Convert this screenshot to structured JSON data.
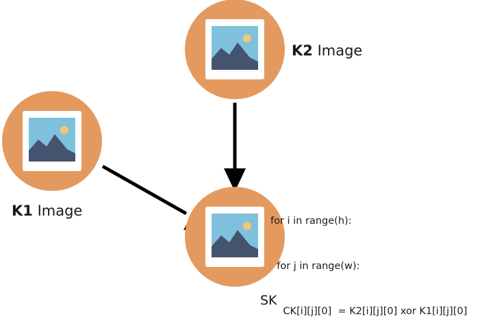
{
  "nodes": {
    "k2": {
      "key": "K2",
      "text": "Image",
      "icon": "image-icon"
    },
    "k1": {
      "key": "K1",
      "text": "Image",
      "icon": "image-icon"
    },
    "sk": {
      "label": "SK",
      "icon": "image-icon"
    }
  },
  "code_lines": [
    "for i in range(h):",
    "  for j in range(w):",
    "    CK[i][j][0]  = K2[i][j][0] xor K1[i][j][0]"
  ],
  "edges": [
    {
      "from": "K2",
      "to": "SK"
    },
    {
      "from": "K1",
      "to": "SK"
    }
  ],
  "colors": {
    "circle": "#e49a5f",
    "frame": "#ffffff",
    "sky": "#7fc0dd",
    "mountain": "#44546e",
    "sun": "#f2c777",
    "arrow": "#000000"
  }
}
